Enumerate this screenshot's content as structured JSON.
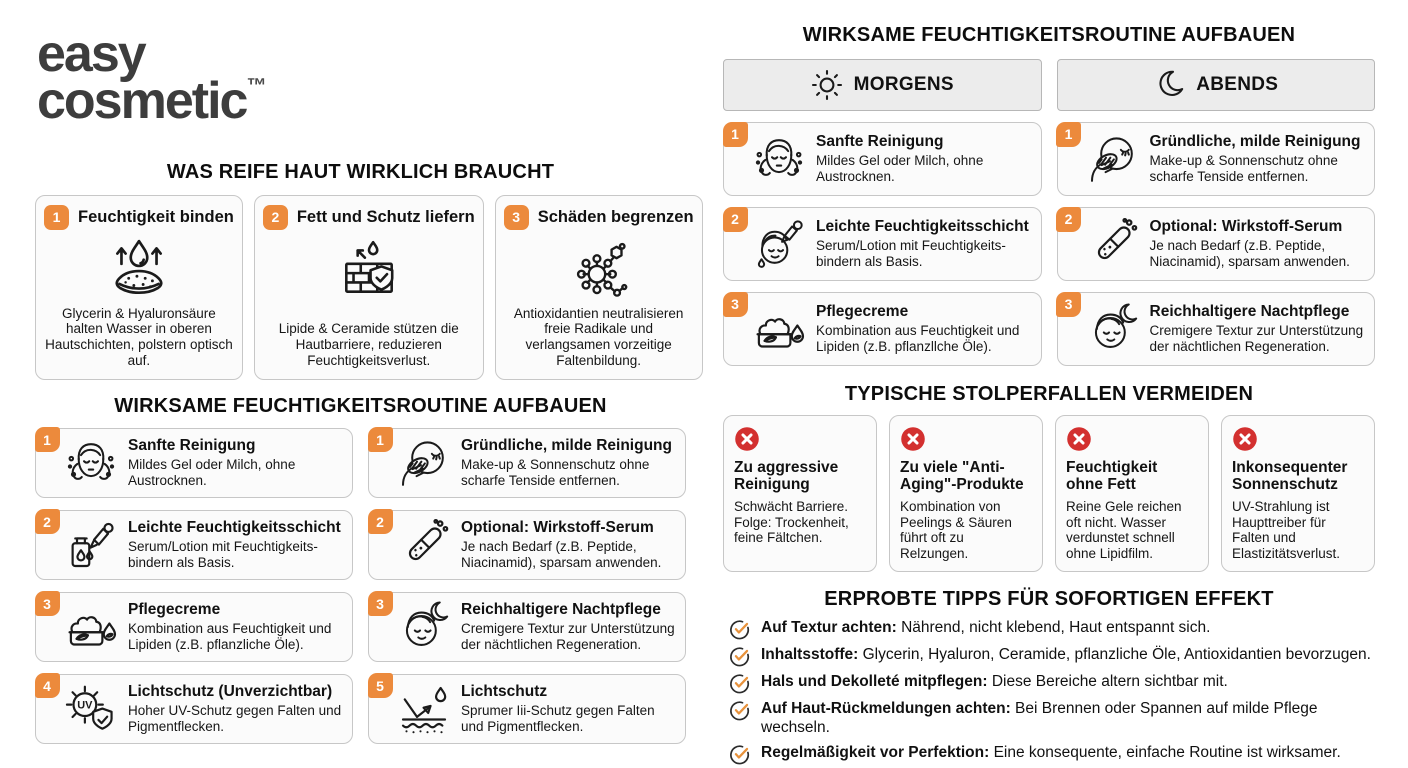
{
  "brand": {
    "line1": "easy",
    "line2": "cosmetic",
    "tm": "™"
  },
  "colors": {
    "accent_orange": "#EC8A3C",
    "error_red": "#D3302F",
    "ink": "#111111",
    "card_bg": "#fbfbfb",
    "header_bg": "#ececec"
  },
  "left": {
    "needs": {
      "title": "WAS REIFE HAUT WIRKLICH BRAUCHT",
      "cards": [
        {
          "num": "1",
          "title": "Feuchtigkeit binden",
          "icon": "moisture-sponge-icon",
          "desc": "Glycerin & Hyaluronsäure halten Wasser in oberen Hautschichten, polstern optisch auf."
        },
        {
          "num": "2",
          "title": "Fett und Schutz liefern",
          "icon": "barrier-wall-shield-icon",
          "desc": "Lipide & Ceramide stützen die Hautbarriere, reduzieren Feuchtigkeitsverlust."
        },
        {
          "num": "3",
          "title": "Schäden begrenzen",
          "icon": "molecule-icon",
          "desc": "Antioxidantien neutralisieren freie Radikale und verlangsamen vorzeitige Faltenbildung."
        }
      ]
    },
    "routine": {
      "title": "WIRKSAME FEUCHTIGKEITSROUTINE AUFBAUEN",
      "col1": [
        {
          "num": "1",
          "icon": "face-washing-icon",
          "title": "Sanfte Reinigung",
          "desc": "Mildes Gel oder Milch, ohne Austrocknen."
        },
        {
          "num": "2",
          "icon": "dropper-bottle-icon",
          "title": "Leichte Feuchtigkeitsschicht",
          "desc": "Serum/Lotion mit Feuchtigkeits- bindern als Basis."
        },
        {
          "num": "3",
          "icon": "cream-jar-icon",
          "title": "Pflegecreme",
          "desc": "Kombination aus Feuchtigkeit und Lipiden (z.B. pflanzliche Öle)."
        },
        {
          "num": "4",
          "icon": "uv-shield-icon",
          "title": "Lichtschutz (Unverzichtbar)",
          "desc": "Hoher UV-Schutz gegen Falten und Pigmentflecken."
        }
      ],
      "col2": [
        {
          "num": "1",
          "icon": "makeup-removal-icon",
          "title": "Gründliche, milde Reinigung",
          "desc": "Make-up & Sonnenschutz ohne scharfe Tenside entfernen."
        },
        {
          "num": "2",
          "icon": "serum-tube-icon",
          "title": "Optional: Wirkstoff-Serum",
          "desc": "Je nach Bedarf (z.B. Peptide, Niacinamid), sparsam anwenden."
        },
        {
          "num": "3",
          "icon": "night-face-icon",
          "title": "Reichhaltigere Nachtpflege",
          "desc": "Cremigere Textur zur Unterstützung der nächtlichen Regeneration."
        },
        {
          "num": "5",
          "icon": "sun-reflect-icon",
          "title": "Lichtschutz",
          "desc": "Sprumer Iii-Schutz gegen Falten und Pigmentflecken."
        }
      ]
    }
  },
  "right": {
    "routine": {
      "title": "WIRKSAME FEUCHTIGKEITSROUTINE AUFBAUEN",
      "morgens": {
        "label": "MORGENS",
        "icon": "sun-icon",
        "steps": [
          {
            "num": "1",
            "icon": "face-washing-icon",
            "title": "Sanfte Reinigung",
            "desc": "Mildes Gel oder Milch, ohne Austrocknen."
          },
          {
            "num": "2",
            "icon": "face-dropper-icon",
            "title": "Leichte Feuchtigkeitsschicht",
            "desc": "Serum/Lotion mit Feuchtigkeits- bindern als Basis."
          },
          {
            "num": "3",
            "icon": "cream-jar-icon",
            "title": "Pflegecreme",
            "desc": "Kombination aus Feuchtigkeit und Lipiden (z.B. pflanzllche Öle)."
          }
        ]
      },
      "abends": {
        "label": "ABENDS",
        "icon": "moon-icon",
        "steps": [
          {
            "num": "1",
            "icon": "makeup-removal-icon",
            "title": "Gründliche, milde Reinigung",
            "desc": "Make-up & Sonnenschutz ohne scharfe Tenside entfernen."
          },
          {
            "num": "2",
            "icon": "serum-tube-icon",
            "title": "Optional: Wirkstoff-Serum",
            "desc": "Je nach Bedarf (z.B. Peptide, Niacinamid), sparsam anwenden."
          },
          {
            "num": "3",
            "icon": "night-face-icon",
            "title": "Reichhaltigere Nachtpflege",
            "desc": "Cremigere Textur zur Unterstützung der nächtlichen Regeneration."
          }
        ]
      }
    },
    "pitfalls": {
      "title": "TYPISCHE STOLPERFALLEN VERMEIDEN",
      "icon": "x-circle-icon",
      "cards": [
        {
          "title": "Zu aggressive Reinigung",
          "desc": "Schwächt Barriere. Folge: Trockenheit, feine Fältchen."
        },
        {
          "title": "Zu viele \"Anti-Aging\"-Produkte",
          "desc": "Kombination von Peelings & Säuren führt oft zu Relzungen."
        },
        {
          "title": "Feuchtigkeit ohne Fett",
          "desc": "Reine Gele reichen oft nicht. Wasser verdunstet schnell ohne Lipidfilm."
        },
        {
          "title": "Inkonsequenter Sonnenschutz",
          "desc": "UV-Strahlung ist Haupttreiber für Falten und Elastizitätsverlust."
        }
      ]
    },
    "tips": {
      "title": "ERPROBTE TIPPS FÜR SOFORTIGEN EFFEKT",
      "icon": "check-circle-icon",
      "items": [
        {
          "lead": "Auf Textur achten:",
          "rest": " Nährend, nicht klebend, Haut entspannt sich."
        },
        {
          "lead": "Inhaltsstoffe:",
          "rest": " Glycerin, Hyaluron, Ceramide, pflanzliche Öle, Antioxidantien bevorzugen."
        },
        {
          "lead": "Hals und Dekolleté mitpflegen:",
          "rest": " Diese Bereiche altern sichtbar mit."
        },
        {
          "lead": "Auf Haut-Rückmeldungen achten:",
          "rest": " Bei Brennen oder Spannen auf milde Pflege wechseln."
        },
        {
          "lead": "Regelmäßigkeit vor Perfektion:",
          "rest": " Eine konsequente, einfache Routine ist wirksamer."
        }
      ]
    }
  }
}
